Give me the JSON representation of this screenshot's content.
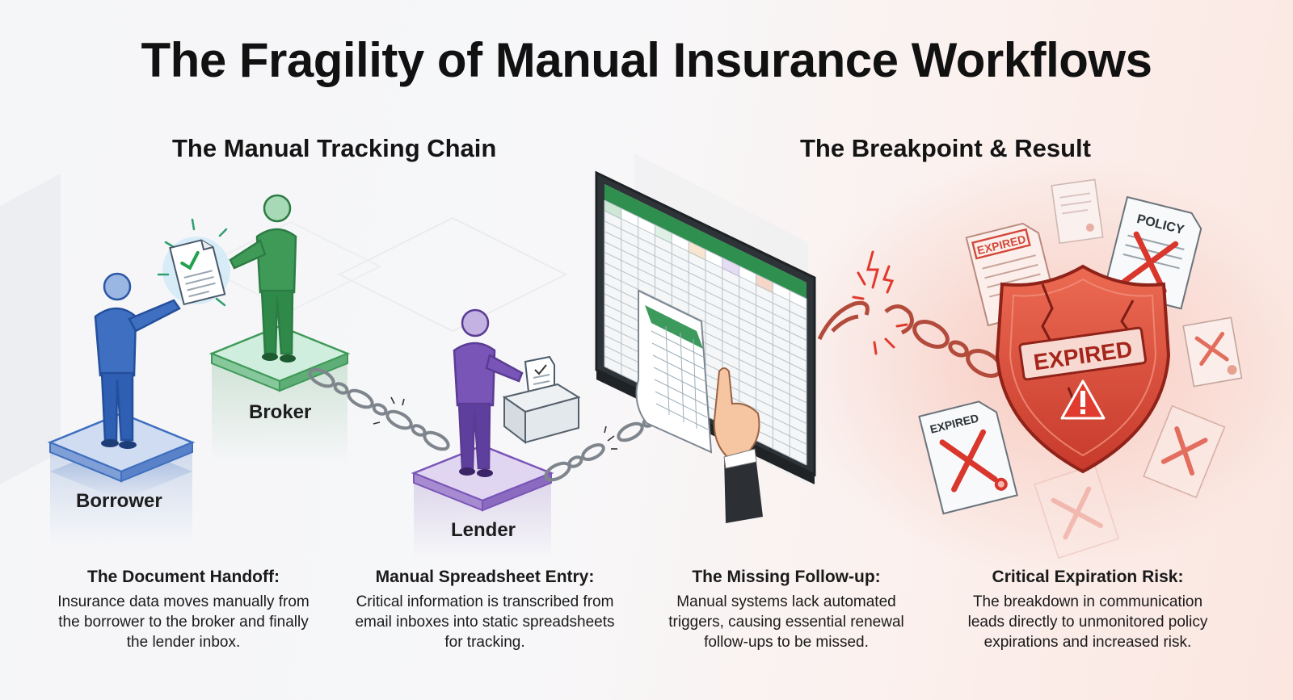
{
  "title": "The Fragility of Manual Insurance Workflows",
  "sections": {
    "left": "The Manual Tracking Chain",
    "right": "The Breakpoint & Result"
  },
  "roles": {
    "borrower": "Borrower",
    "broker": "Broker",
    "lender": "Lender"
  },
  "stamps": {
    "expired": "EXPIRED",
    "policy": "POLICY"
  },
  "captions": [
    {
      "title": "The Document Handoff:",
      "text": "Insurance data moves manually from the borrower to the broker and finally the lender inbox."
    },
    {
      "title": "Manual Spreadsheet Entry:",
      "text": "Critical information is transcribed from email inboxes into static spreadsheets for tracking."
    },
    {
      "title": "The Missing Follow-up:",
      "text": "Manual systems lack automated triggers, causing essential renewal follow-ups to be missed."
    },
    {
      "title": "Critical Expiration Risk:",
      "text": "The breakdown in communication leads directly to unmonitored policy expirations and increased risk."
    }
  ],
  "colors": {
    "borrower": "#3f6fc0",
    "broker": "#3f9a58",
    "lender": "#7a55b8",
    "danger": "#d9483a",
    "chain": "#8a8f96",
    "spreadsheet_header": "#2f8f4e"
  }
}
